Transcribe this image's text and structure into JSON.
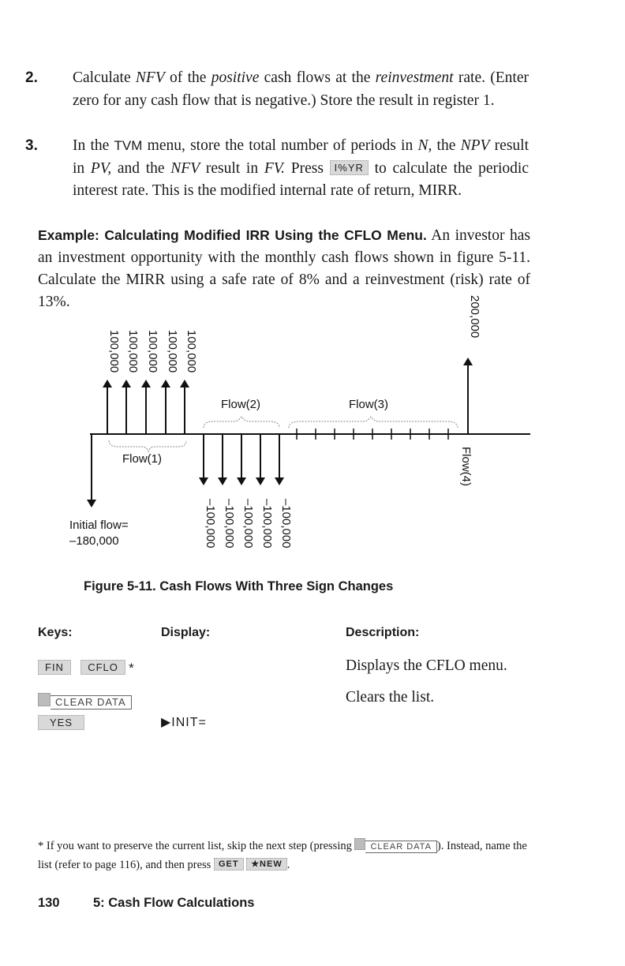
{
  "steps": [
    {
      "number": "2.",
      "t1": "Calculate ",
      "t2": "NFV",
      "t3": " of the ",
      "t4": "positive",
      "t5": " cash flows at the ",
      "t6": "reinvestment",
      "t7": " rate. (Enter zero for any cash flow that is negative.) Store the result in register 1."
    },
    {
      "number": "3.",
      "t1": "In the ",
      "tvm": "TVM",
      "t2": " menu, store the total number of periods in ",
      "n": "N,",
      "t3": " the ",
      "npv": "NPV",
      "t4": " result in ",
      "pv": "PV,",
      "t5": " and the ",
      "nfv": "NFV",
      "t6": " result in ",
      "fv": "FV.",
      "t7": " Press ",
      "key": "I%YR",
      "t8": " to calculate the periodic interest rate. This is the modified internal rate of return, MIRR."
    }
  ],
  "example": {
    "heading": "Example: Calculating Modified IRR Using the CFLO Menu.",
    "text": "An investor has an investment opportunity with the monthly cash flows shown in figure 5-11. Calculate the MIRR using a safe rate of 8% and a reinvestment (risk) rate of 13%."
  },
  "figure": {
    "caption": "Figure 5-11. Cash Flows With Three Sign Changes",
    "positive_labels": [
      "100,000",
      "100,000",
      "100,000",
      "100,000",
      "100,000"
    ],
    "final_label": "200,000",
    "negative_labels": [
      "–100,000",
      "–100,000",
      "–100,000",
      "–100,000",
      "–100,000"
    ],
    "flow1": "Flow(1)",
    "flow2": "Flow(2)",
    "flow3": "Flow(3)",
    "flow4": "Flow(4)",
    "initial_line1": "Initial flow=",
    "initial_line2": "–180,000"
  },
  "table": {
    "headers": {
      "keys": "Keys:",
      "display": "Display:",
      "description": "Description:"
    },
    "rows": [
      {
        "keys": [
          "FIN",
          "CFLO"
        ],
        "suffix": "*",
        "display": "",
        "description": "Displays the CFLO menu."
      },
      {
        "menu_label": "CLEAR DATA",
        "display": "",
        "description": "Clears the list."
      },
      {
        "keys": [
          "YES"
        ],
        "display": "▶INIT=",
        "description": ""
      }
    ]
  },
  "footnote": {
    "t1": "* If you want to preserve the current list, skip the next step (pressing ",
    "clear_label": "CLEAR DATA",
    "t2": "). Instead, name the list (refer to page 116), and then press ",
    "key_get": "GET",
    "key_new": "★NEW",
    "t3": "."
  },
  "page_footer": {
    "page_number": "130",
    "chapter": "5: Cash Flow Calculations"
  }
}
